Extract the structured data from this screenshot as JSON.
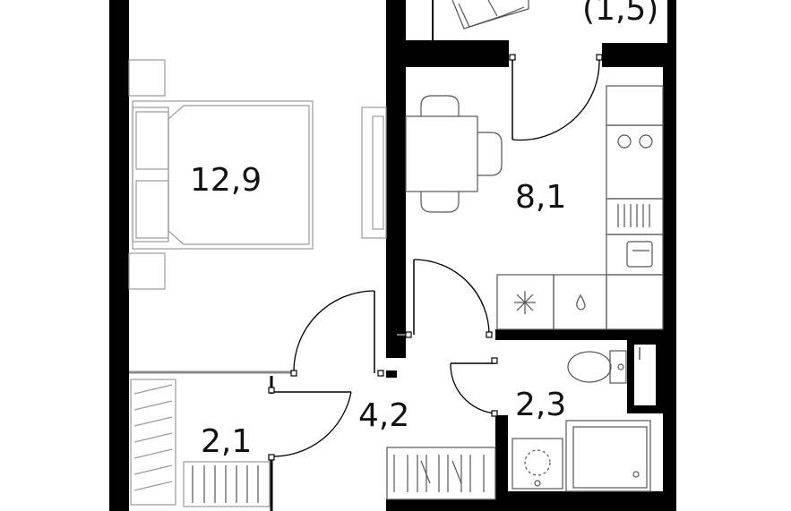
{
  "rooms": {
    "bedroom_area": "12,9",
    "kitchen_area": "8,1",
    "hall_area": "4,2",
    "bathroom_area": "2,3",
    "wardrobe_area": "2,1",
    "balcony_area": "(1,5)"
  }
}
